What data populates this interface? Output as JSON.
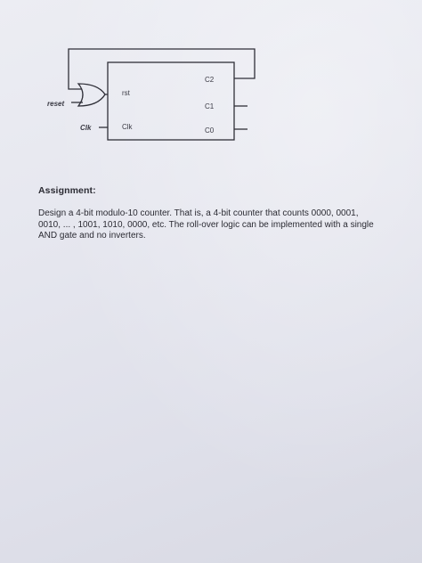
{
  "diagram": {
    "input_reset": "reset",
    "input_clk": "Clk",
    "port_rst": "rst",
    "port_clk": "Clk",
    "output_c2": "C2",
    "output_c1": "C1",
    "output_c0": "C0"
  },
  "assignment": {
    "heading": "Assignment:",
    "body_lines": [
      "Design a 4-bit modulo-10 counter. That is, a 4-bit counter that counts 0000, 0001,",
      "0010, ... , 1001, 1010, 0000, etc. The roll-over logic can be implemented with a single",
      "AND gate and no inverters."
    ]
  }
}
